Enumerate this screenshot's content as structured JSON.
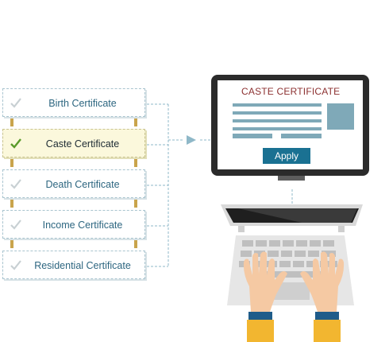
{
  "certificates": [
    {
      "label": "Birth Certificate",
      "active": false
    },
    {
      "label": "Caste Certificate",
      "active": true
    },
    {
      "label": "Death Certificate",
      "active": false
    },
    {
      "label": "Income Certificate",
      "active": false
    },
    {
      "label": "Residential Certificate",
      "active": false
    }
  ],
  "screen": {
    "title": "CASTE CERTIFICATE",
    "button_label": "Apply"
  },
  "colors": {
    "check_active": "#5a9a2a",
    "check_inactive": "#c8d0d3",
    "connector": "#8fb8c8",
    "button": "#1a7192",
    "monitor_frame": "#2b2b2b",
    "form_bars": "#7fa9b8",
    "hand_skin": "#f5c9a3",
    "cuff": "#1f5c8a",
    "sleeve": "#f2b630"
  }
}
